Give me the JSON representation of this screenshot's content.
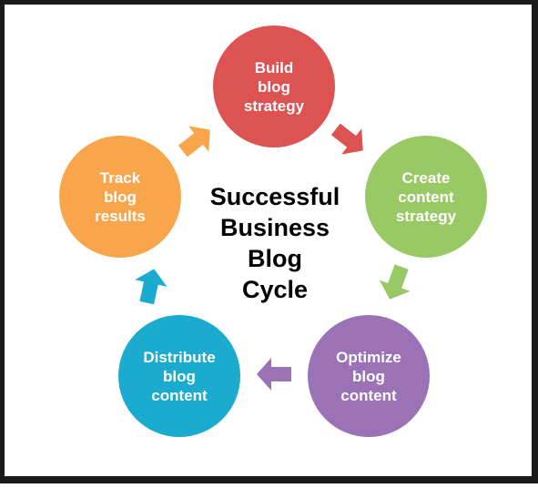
{
  "title_lines": [
    "Successful",
    "Business",
    "Blog",
    "Cycle"
  ],
  "steps": [
    {
      "lines": [
        "Build",
        "blog",
        "strategy"
      ],
      "color": "#dd5352"
    },
    {
      "lines": [
        "Create",
        "content",
        "strategy"
      ],
      "color": "#98c964"
    },
    {
      "lines": [
        "Optimize",
        "blog",
        "content"
      ],
      "color": "#9b72b5"
    },
    {
      "lines": [
        "Distribute",
        "blog",
        "content"
      ],
      "color": "#1aabcf"
    },
    {
      "lines": [
        "Track",
        "blog",
        "results"
      ],
      "color": "#f9a54c"
    }
  ],
  "arrows": [
    {
      "name": "arrow-build-to-create",
      "color": "#dd5352"
    },
    {
      "name": "arrow-create-to-optimize",
      "color": "#98c964"
    },
    {
      "name": "arrow-optimize-to-distribute",
      "color": "#9b72b5"
    },
    {
      "name": "arrow-distribute-to-track",
      "color": "#1aabcf"
    },
    {
      "name": "arrow-track-to-build",
      "color": "#f9a54c"
    }
  ]
}
